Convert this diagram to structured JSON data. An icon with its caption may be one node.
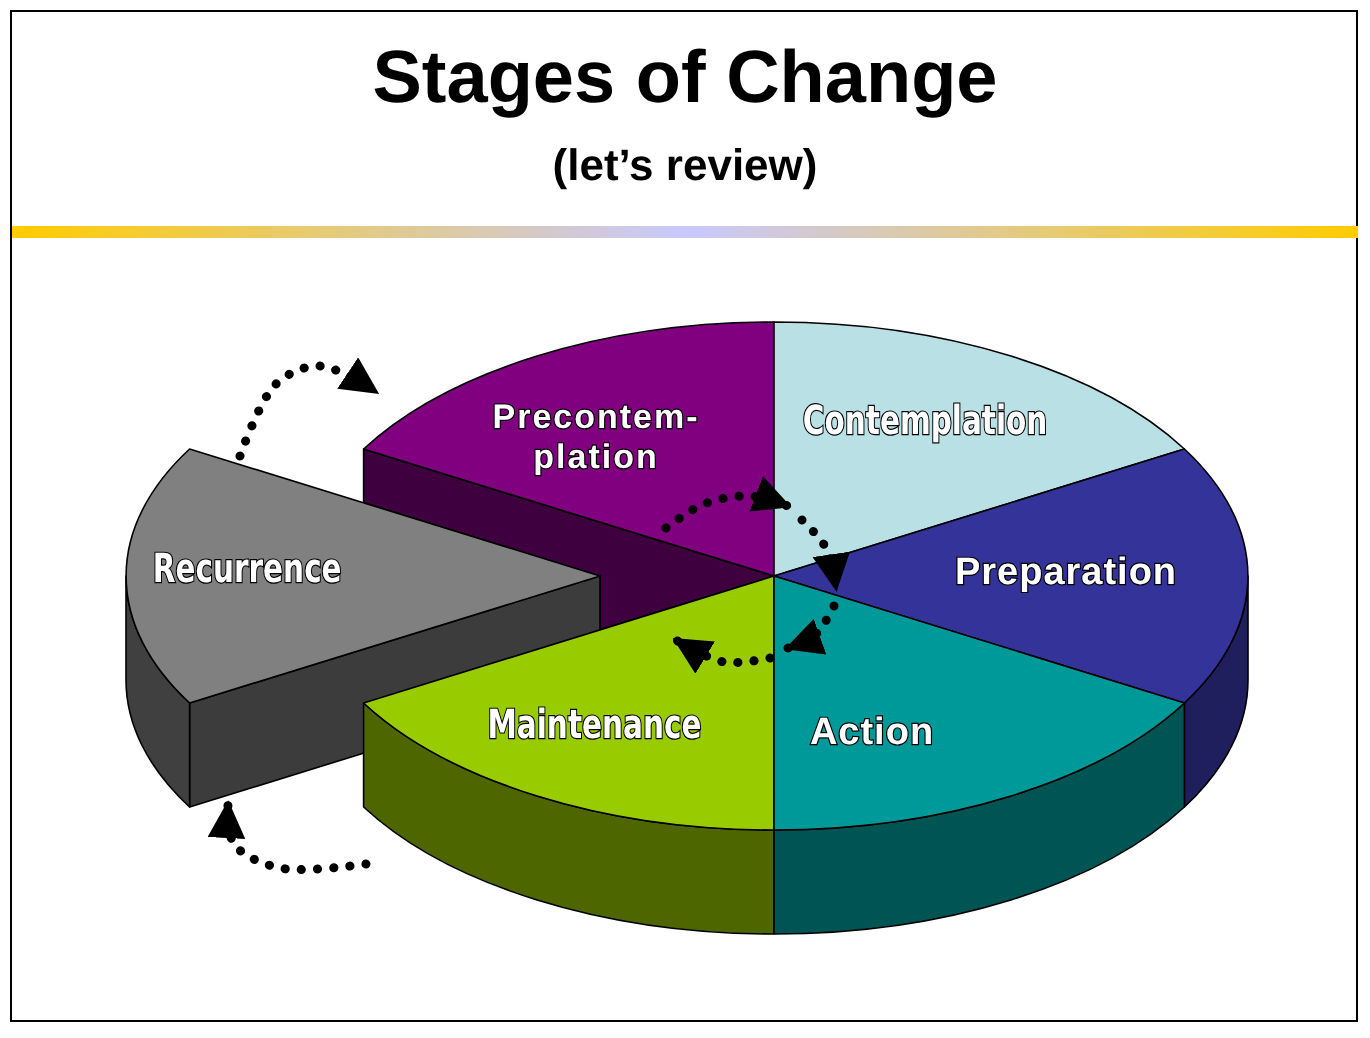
{
  "diagram": {
    "title": "Stages of Change",
    "nodes": [
      {
        "text": [
          "Precontem- plation"
        ]
      },
      {
        "text": [
          "Contemplation"
        ]
      },
      {
        "text": [
          "Preparation"
        ]
      },
      {
        "text": [
          "Action"
        ]
      },
      {
        "text": [
          "Maintenance"
        ]
      },
      {
        "text": [
          "Recurrence"
        ]
      }
    ],
    "edges": [
      {
        "from": 5,
        "to": 0,
        "arrow": "to"
      },
      {
        "from": 0,
        "to": 1,
        "arrow": "to"
      },
      {
        "from": 1,
        "to": 2,
        "arrow": "to"
      },
      {
        "from": 2,
        "to": 3,
        "arrow": "to"
      },
      {
        "from": 3,
        "to": 4,
        "arrow": "to"
      },
      {
        "from": 4,
        "to": 5,
        "arrow": "to"
      }
    ],
    "labels": [
      "(let’s review)"
    ]
  }
}
